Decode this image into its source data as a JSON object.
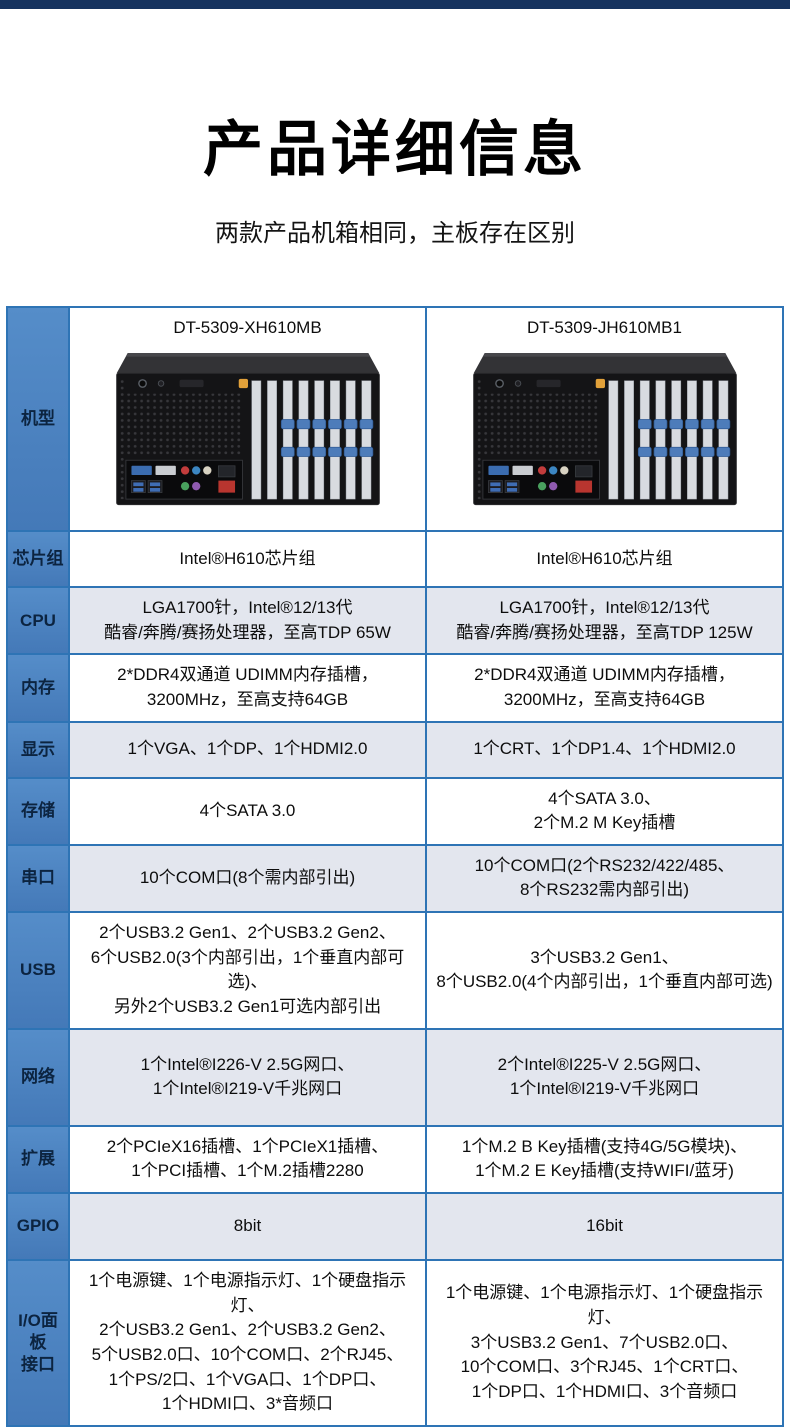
{
  "page": {
    "title": "产品详细信息",
    "subtitle": "两款产品机箱相同，主板存在区别"
  },
  "table": {
    "model_row": {
      "label": "机型",
      "models": [
        "DT-5309-XH610MB",
        "DT-5309-JH610MB1"
      ]
    },
    "rows": [
      {
        "label": "芯片组",
        "col1": "Intel®H610芯片组",
        "col2": "Intel®H610芯片组"
      },
      {
        "label": "CPU",
        "col1": "LGA1700针，Intel®12/13代\n酷睿/奔腾/赛扬处理器，至高TDP 65W",
        "col2": "LGA1700针，Intel®12/13代\n酷睿/奔腾/赛扬处理器，至高TDP 125W"
      },
      {
        "label": "内存",
        "col1": "2*DDR4双通道 UDIMM内存插槽，\n3200MHz，至高支持64GB",
        "col2": "2*DDR4双通道 UDIMM内存插槽，\n3200MHz，至高支持64GB"
      },
      {
        "label": "显示",
        "col1": "1个VGA、1个DP、1个HDMI2.0",
        "col2": "1个CRT、1个DP1.4、1个HDMI2.0"
      },
      {
        "label": "存储",
        "col1": "4个SATA 3.0",
        "col2": "4个SATA 3.0、\n2个M.2 M Key插槽"
      },
      {
        "label": "串口",
        "col1": "10个COM口(8个需内部引出)",
        "col2": "10个COM口(2个RS232/422/485、\n8个RS232需内部引出)"
      },
      {
        "label": "USB",
        "col1": "2个USB3.2 Gen1、2个USB3.2 Gen2、\n6个USB2.0(3个内部引出，1个垂直内部可选)、\n另外2个USB3.2 Gen1可选内部引出",
        "col2": "3个USB3.2 Gen1、\n8个USB2.0(4个内部引出，1个垂直内部可选)"
      },
      {
        "label": "网络",
        "col1": "1个Intel®I226-V 2.5G网口、\n1个Intel®I219-V千兆网口",
        "col2": "2个Intel®I225-V 2.5G网口、\n1个Intel®I219-V千兆网口"
      },
      {
        "label": "扩展",
        "col1": "2个PCIeX16插槽、1个PCIeX1插槽、\n1个PCI插槽、1个M.2插槽2280",
        "col2": "1个M.2 B Key插槽(支持4G/5G模块)、\n1个M.2 E Key插槽(支持WIFI/蓝牙)"
      },
      {
        "label": "GPIO",
        "col1": "8bit",
        "col2": "16bit"
      },
      {
        "label": "I/O面板\n接口",
        "col1": "1个电源键、1个电源指示灯、1个硬盘指示灯、\n2个USB3.2 Gen1、2个USB3.2 Gen2、\n5个USB2.0口、10个COM口、2个RJ45、\n1个PS/2口、1个VGA口、1个DP口、\n1个HDMI口、3*音频口",
        "col2": "1个电源键、1个电源指示灯、1个硬盘指示灯、\n3个USB3.2 Gen1、7个USB2.0口、\n10个COM口、3个RJ45、1个CRT口、\n1个DP口、1个HDMI口、3个音频口"
      }
    ]
  },
  "colors": {
    "top_bar": "#16335f",
    "table_border": "#2e74b5",
    "label_column_bg": "#4a80bf",
    "label_text": "#0c2440",
    "alt_row_bg": "#e3e6ee",
    "title_text": "#000000"
  }
}
